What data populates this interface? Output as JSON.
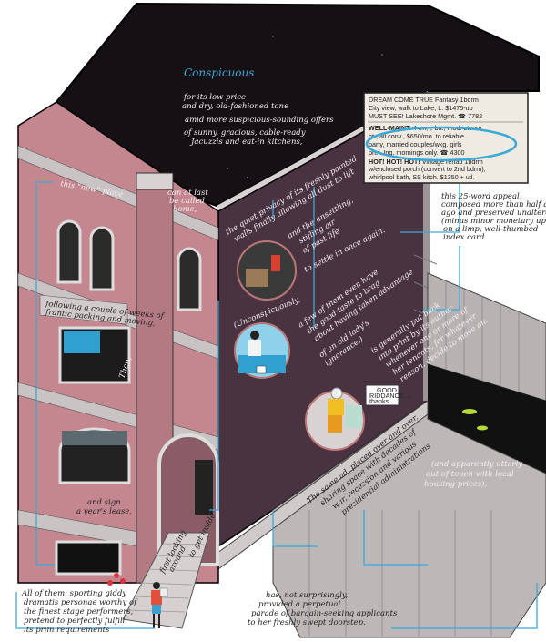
{
  "title": "Conspicuous",
  "roof_text": [
    "for its low price",
    "and dry, old-fashioned tone",
    "amid more suspicious-sounding offers",
    "of sunny, gracious, cable-ready",
    "Jacuzzis and eat-in kitchens,"
  ],
  "classified_ad": {
    "ad1": [
      "DREAM COME TRUE Fantasy 1bdrm",
      "City view, walk to Lake, L. $1475-up",
      "MUST SEE! Lakeshore Mgmt. ☎ 7782"
    ],
    "ad2_head": "WELL-MAINT.",
    "ad2": [
      " 4 rm, j. ba., mod. steam",
      "ht., all conv., $650/mo. to reliable",
      "party, married couples/wkg. girls",
      "pref. Inq. mornings only. ☎ 4300"
    ],
    "ad3_head": "HOT! HOT! HOT!",
    "ad3": [
      " Vintage rehab 1bdrm",
      "w/enclosed porch (convert to 2nd bdrm),",
      "whirlpool bath, SS kitch. $1350 + utl."
    ]
  },
  "index_card_note": [
    "this 25-word appeal,",
    "composed more than half a century",
    "ago and preserved unaltered",
    "(minus minor monetary updates)",
    "on a limp, well-thumbed",
    "index card"
  ],
  "wall_text": {
    "quiet_privacy": [
      "the quiet privacy of its freshly painted",
      "walls finally allowing all dust to lift"
    ],
    "unsettling": [
      "and the unsettling,",
      "stifling air",
      "of past life"
    ],
    "settle": "to settle in once again.",
    "unconspicuously": "(Unconspicuously,",
    "few_of_them": [
      "a few of them even have",
      "the good taste to brag",
      "about having taken advantage",
      "of an old lady's",
      "ignorance.)"
    ],
    "generally": [
      "is generally put back",
      "into print by its author",
      "whenever one or more of",
      "her tenants, for whatever",
      "reason, decide to move on."
    ],
    "same_ad": [
      "The same ad, placed over and over,",
      "sharing space with decades of",
      "war, recession and various",
      "presidential administrations"
    ],
    "apparently": [
      "(and apparently utterly",
      "out of touch with local",
      "housing prices),"
    ]
  },
  "front_text": {
    "this_new_place": "this \"new\" place",
    "can_at_last": [
      "can at last",
      "be called",
      "home,"
    ],
    "following": [
      "following a couple of weeks of",
      "frantic packing and moving,"
    ],
    "then": "Then,",
    "sign_lease": [
      "and sign",
      "a year's lease."
    ],
    "stairs": [
      "first looking",
      "around",
      "to get inside"
    ]
  },
  "note_card": [
    "... GOOD",
    "RIDDANCE ...",
    "thanks"
  ],
  "bottom_left": [
    "All of them, sporting giddy",
    "dramatis personae worthy of",
    "the finest stage performers,",
    "pretend to perfectly fulfill",
    "its prim requirements"
  ],
  "bottom_right": [
    "has, not surprisingly,",
    "provided a perpetual",
    "parade of bargain-seeking applicants",
    "to her freshly swept doorstep."
  ],
  "colors": {
    "roof": "#141014",
    "side_wall": "#4a3340",
    "front_pink": "#c4868f",
    "trim": "#c9c3c4",
    "concrete": "#b9b3b4",
    "accent_blue": "#3aa9d8",
    "yard": "#111111"
  }
}
